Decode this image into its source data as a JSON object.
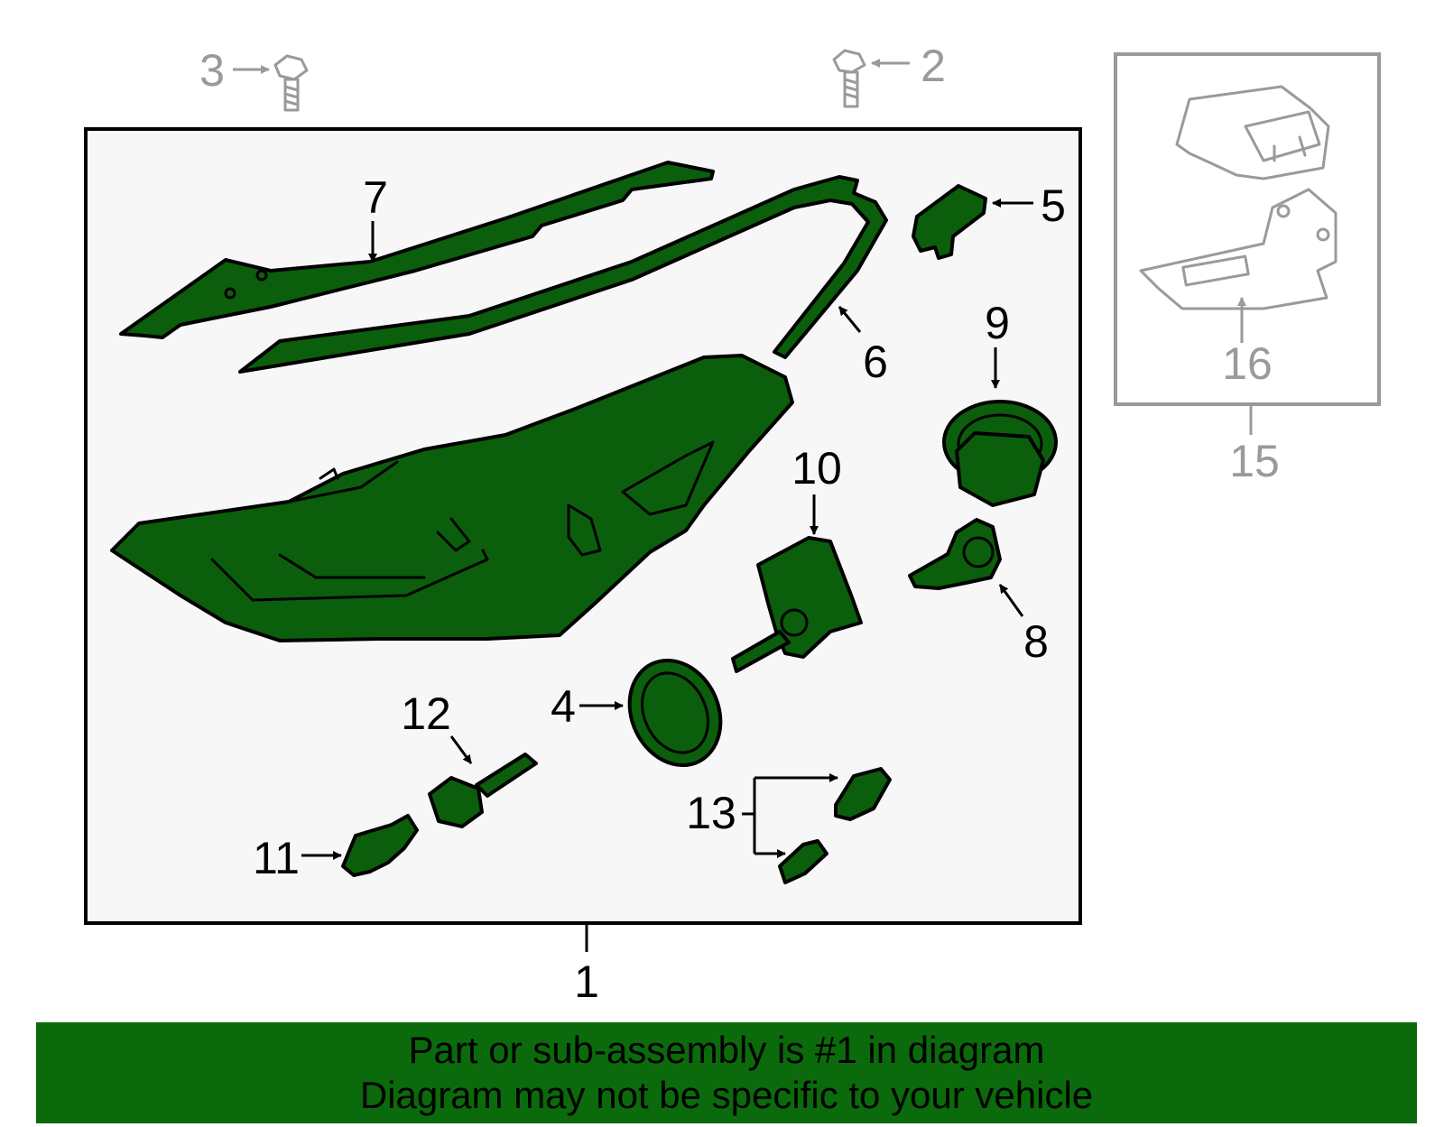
{
  "callouts": {
    "c1": "1",
    "c2": "2",
    "c3": "3",
    "c4": "4",
    "c5": "5",
    "c6": "6",
    "c7": "7",
    "c8": "8",
    "c9": "9",
    "c10": "10",
    "c11": "11",
    "c12": "12",
    "c13": "13",
    "c15": "15",
    "c16": "16"
  },
  "banner": {
    "line1": "Part or sub-assembly is #1 in diagram",
    "line2": "Diagram may not be specific to your vehicle"
  },
  "colors": {
    "part_fill": "#0b5e0b",
    "banner_bg": "#0b6a0b",
    "box_bg": "#f7f7f7",
    "inactive_grey": "#9a9a9a"
  }
}
